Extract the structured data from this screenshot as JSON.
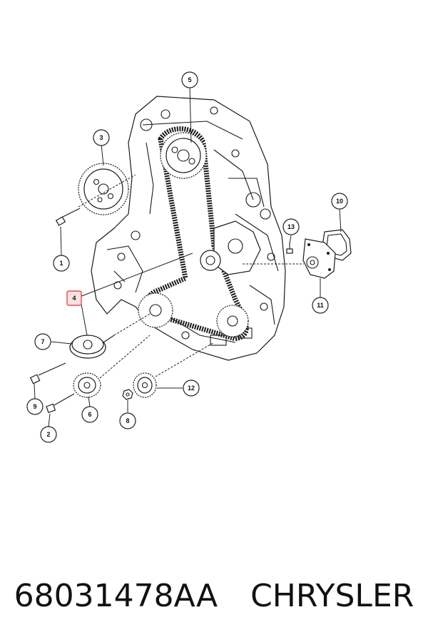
{
  "caption": {
    "part_number": "68031478AA",
    "brand": "CHRYSLER"
  },
  "callouts": [
    {
      "label": "1"
    },
    {
      "label": "2"
    },
    {
      "label": "3"
    },
    {
      "label": "4",
      "highlighted": true
    },
    {
      "label": "5"
    },
    {
      "label": "6"
    },
    {
      "label": "7"
    },
    {
      "label": "8"
    },
    {
      "label": "9"
    },
    {
      "label": "10"
    },
    {
      "label": "11"
    },
    {
      "label": "12"
    },
    {
      "label": "13"
    }
  ],
  "colors": {
    "line": "#1a1a1a",
    "highlight_stroke": "#d9534f",
    "highlight_fill": "#fbe0e0"
  }
}
